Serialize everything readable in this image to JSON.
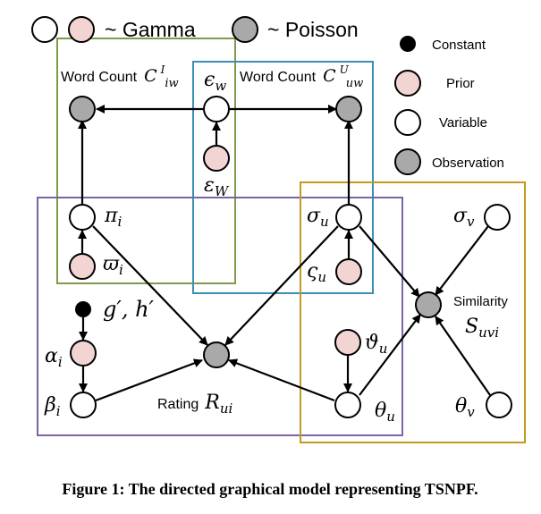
{
  "colors": {
    "prior": "#f2d4d2",
    "observation": "#a9a9a9",
    "variable": "#ffffff",
    "constant": "#000000",
    "box_green": "#7d9a4a",
    "box_blue": "#3b8fb5",
    "box_purple": "#7a64a3",
    "box_gold": "#c39a1f"
  },
  "header": {
    "tilde_gamma": "~ Gamma",
    "tilde_poisson": "~ Poisson"
  },
  "legend": {
    "constant": "Constant",
    "prior": "Prior",
    "variable": "Variable",
    "observation": "Observation"
  },
  "labels": {
    "word_count_left": "Word Count",
    "word_count_left_sym": "C",
    "word_count_left_sup": "I",
    "word_count_left_sub": "iw",
    "word_count_right": "Word Count",
    "word_count_right_sym": "C",
    "word_count_right_sup": "U",
    "word_count_right_sub": "uw",
    "eps_w": "ϵ",
    "eps_w_sub": "w",
    "vareps_w": "ε",
    "vareps_w_sub": "W",
    "pi_i": "π",
    "pi_i_sub": "i",
    "omega_i": "ϖ",
    "omega_i_sub": "i",
    "g_h": "g′, h′",
    "alpha_i": "α",
    "alpha_i_sub": "i",
    "beta_i": "β",
    "beta_i_sub": "i",
    "sigma_u": "σ",
    "sigma_u_sub": "u",
    "varsigma_u": "ς",
    "varsigma_u_sub": "u",
    "vartheta_u": "ϑ",
    "vartheta_u_sub": "u",
    "theta_u": "θ",
    "theta_u_sub": "u",
    "sigma_v": "σ",
    "sigma_v_sub": "v",
    "theta_v": "θ",
    "theta_v_sub": "v",
    "similarity": "Similarity",
    "similarity_sym": "S",
    "similarity_sub": "uvi",
    "rating": "Rating",
    "rating_sym": "R",
    "rating_sub": "ui"
  },
  "caption": "Figure 1: The directed graphical model representing TSNPF."
}
